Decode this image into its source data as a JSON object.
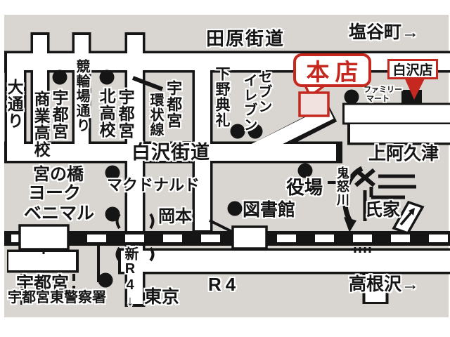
{
  "title": "store access hand-drawn road map",
  "colors": {
    "background": "#d9d6d1",
    "road_fill": "#ffffff",
    "line": "#151515",
    "accent_red": "#c4281f",
    "honten_building_fill": "#f1e2df"
  },
  "callouts": {
    "honten": "本店",
    "shirasawa_branch": "白沢店"
  },
  "labels": {
    "tahara_kaido": "田原街道",
    "shioya_machi": "塩谷町→",
    "odori": "大通り",
    "shogyo_col_right": "宇都宮",
    "shogyo_col_left": "商業高校",
    "keirinjo_dori": "競輪場通り",
    "kita_col_right": "宇都宮",
    "kita_col_left": "北高校",
    "kanjosen_col_right": "宇都宮",
    "kanjosen_col_left": "環状線",
    "shimotsuke_tenrei": "下野典礼",
    "seven_col_right": "セブン",
    "seven_col_left": "イレブン",
    "shirasawa_kaido": "白沢街道",
    "kami_akutsu": "上阿久津",
    "miya_no_hashi": "宮の橋",
    "mcdonalds": "マクドナルド",
    "york_line1": "ヨーク",
    "york_line2": "ベニマル",
    "okamoto": "岡本",
    "toshokan": "図書館",
    "yakuba": "役場",
    "kinugawa": "鬼怒川",
    "ujiie": "氏家",
    "utsunomiya_station": "宇都宮",
    "police_station": "宇都宮東警察署",
    "shin_r4": "新R4↓",
    "tokyo": "東京",
    "r4": "R4",
    "takanezawa": "高根沢→",
    "familymart_line1": "ファミリー",
    "familymart_line2": "マート"
  }
}
